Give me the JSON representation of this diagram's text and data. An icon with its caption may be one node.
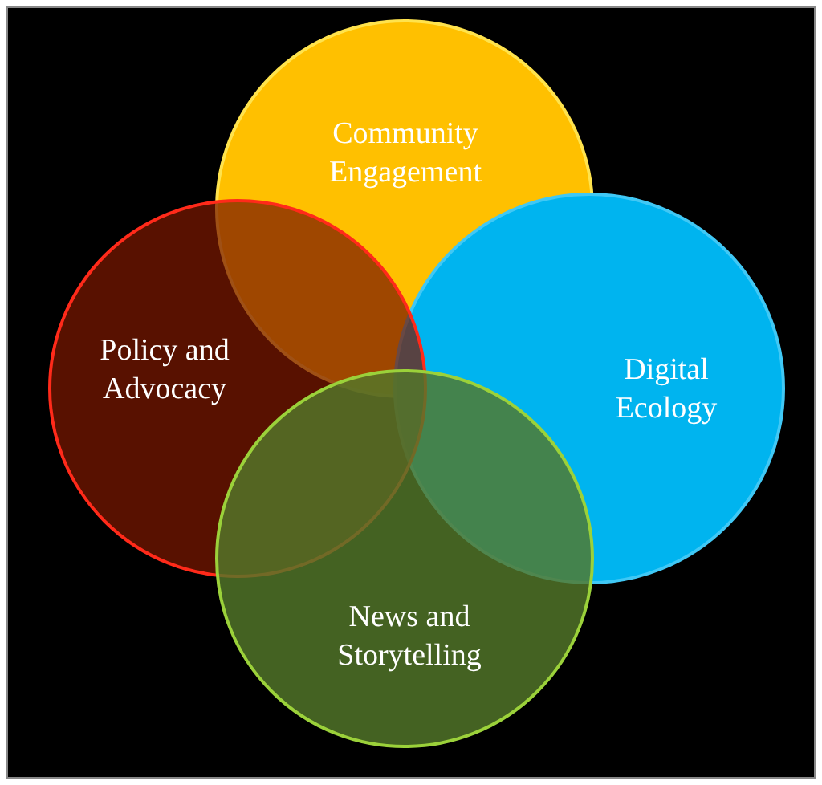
{
  "diagram": {
    "nodes": [
      {
        "text": [
          "Community Engagement"
        ]
      },
      {
        "text": [
          "Policy and Advocacy"
        ]
      },
      {
        "text": [
          "Digital Ecology"
        ]
      },
      {
        "text": [
          "News and Storytelling"
        ]
      }
    ],
    "edges": []
  }
}
